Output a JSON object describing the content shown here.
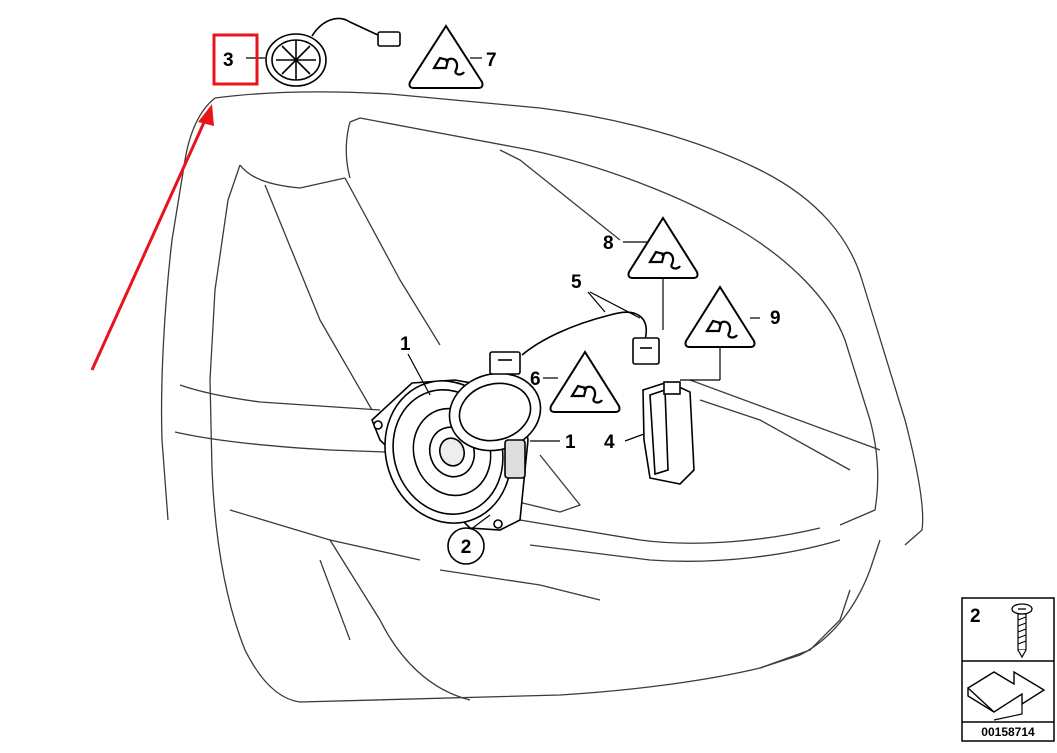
{
  "diagram": {
    "callouts": {
      "c1a": "1",
      "c1b": "1",
      "c2": "2",
      "c3": "3",
      "c4": "4",
      "c5": "5",
      "c6": "6",
      "c7": "7",
      "c8": "8",
      "c9": "9"
    },
    "legend": {
      "item_number": "2",
      "reference": "00158714"
    },
    "highlight_color": "#e8141b",
    "icons": [
      "speaker-icon",
      "tweeter-icon",
      "connector-icon",
      "plug-warning-icon",
      "screw-icon",
      "arrow-icon"
    ]
  }
}
